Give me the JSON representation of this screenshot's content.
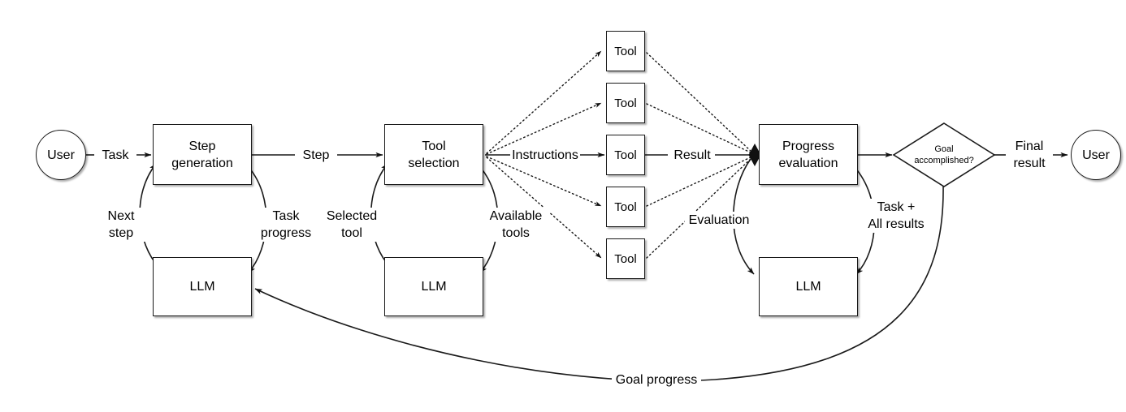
{
  "diagram": {
    "title": "LLM agent loop: step generation, tool selection, progress evaluation",
    "background": "#ffffff",
    "stroke": "#1a1a1a",
    "nodes": {
      "user_in": "User",
      "step_generation": "Step\ngeneration",
      "llm_step": "LLM",
      "tool_selection": "Tool\nselection",
      "llm_tool": "LLM",
      "tool_1": "Tool",
      "tool_2": "Tool",
      "tool_3": "Tool",
      "tool_4": "Tool",
      "tool_5": "Tool",
      "progress_evaluation": "Progress\nevaluation",
      "llm_progress": "LLM",
      "decision": "Goal\naccomplished?",
      "user_out": "User"
    },
    "node_lines": {
      "step_generation_l1": "Step",
      "step_generation_l2": "generation",
      "tool_selection_l1": "Tool",
      "tool_selection_l2": "selection",
      "progress_evaluation_l1": "Progress",
      "progress_evaluation_l2": "evaluation",
      "decision_l1": "Goal",
      "decision_l2": "accomplished?"
    },
    "edge_labels": {
      "task": "Task",
      "step": "Step",
      "next_step_l1": "Next",
      "next_step_l2": "step",
      "task_progress_l1": "Task",
      "task_progress_l2": "progress",
      "selected_tool_l1": "Selected",
      "selected_tool_l2": "tool",
      "available_tools_l1": "Available",
      "available_tools_l2": "tools",
      "instructions": "Instructions",
      "result": "Result",
      "evaluation": "Evaluation",
      "task_all_results_l1": "Task +",
      "task_all_results_l2": "All results",
      "final_result_l1": "Final",
      "final_result_l2": "result",
      "goal_progress": "Goal progress"
    }
  }
}
